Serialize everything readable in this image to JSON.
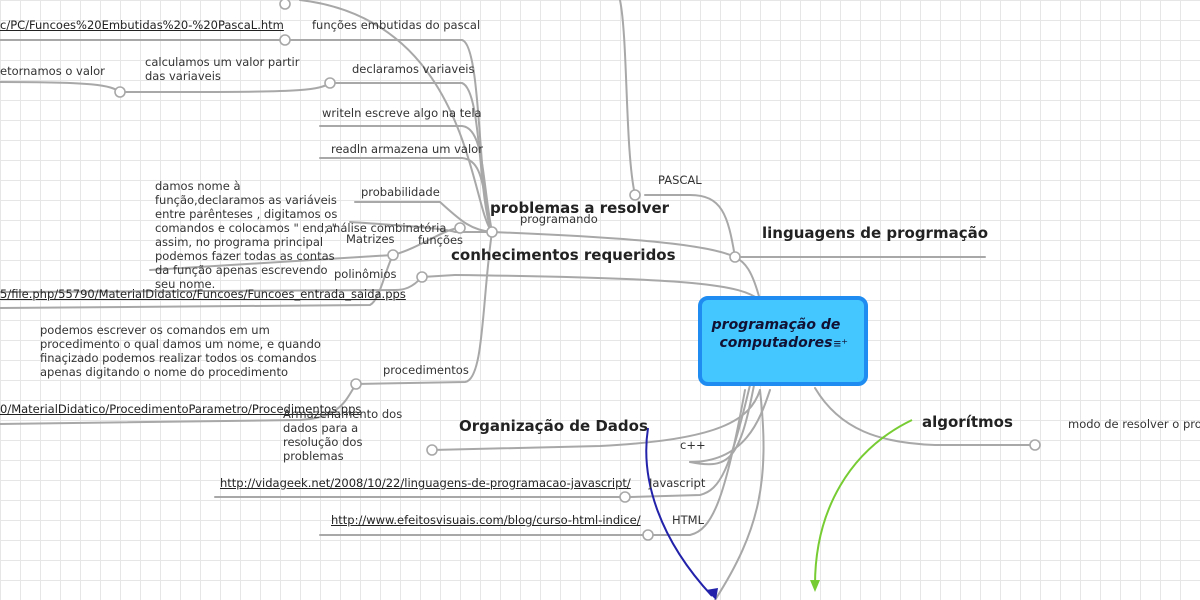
{
  "central": {
    "title": "programação de computadores",
    "notes_icon": "notes-icon"
  },
  "labels": {
    "pascal_url": "c/PC/Funcoes%20Embutidas%20-%20PascaL.htm",
    "funcoes_embutidas": "funções embutidas do pascal",
    "retornamos": "etornamos o valor",
    "calculamos": "calculamos um valor partir das variaveis",
    "declaramos": "declaramos variaveis",
    "writeln": "writeln escreve algo na tela",
    "readln": "readln armazena um valor",
    "pascal": "PASCAL",
    "damos_nome": "damos nome à função,declaramos as variáveis entre parênteses , digitamos os comandos e colocamos \" end; \" assim, no programa principal podemos fazer todas as contas da função apenas escrevendo seu nome.",
    "probabilidade": "probabilidade",
    "problemas": "problemas a resolver",
    "programando": "programando",
    "analise": "análise combinatória",
    "matrizes": "Matrizes",
    "funcoes": "funções",
    "linguagens": "linguagens de progrmação",
    "conhecimentos": "conhecimentos requeridos",
    "polinomios": "polinômios",
    "funcoes_url": "5/file.php/55790/MaterialDidatico/Funcoes/Funcoes_entrada_saida.pps",
    "procedimentos_desc": "podemos escrever os comandos em um procedimento o qual damos um nome, e quando finaçizado podemos realizar todos os comandos apenas digitando o nome do procedimento",
    "procedimentos": "procedimentos",
    "procedimentos_url": "0/MaterialDidatico/ProcedimentoParametro/Procedimentos.pps",
    "armazenamento": "Armazenamento dos dados para a resolução dos problemas",
    "organizacao": "Organização de Dados",
    "algoritmos": "algorítmos",
    "modo": "modo de resolver o proble",
    "cpp": "c++",
    "js_url": "http://vidageek.net/2008/10/22/linguagens-de-programacao-javascript/",
    "javascript": "Javascript",
    "html_url": "http://www.efeitosvisuais.com/blog/curso-html-indice/",
    "html": "HTML"
  },
  "colors": {
    "central_fill": "#44c6ff",
    "central_border": "#1e8cf0",
    "connector": "#a8a8a8",
    "arrow_blue": "#2222aa",
    "arrow_green": "#77cc33"
  }
}
